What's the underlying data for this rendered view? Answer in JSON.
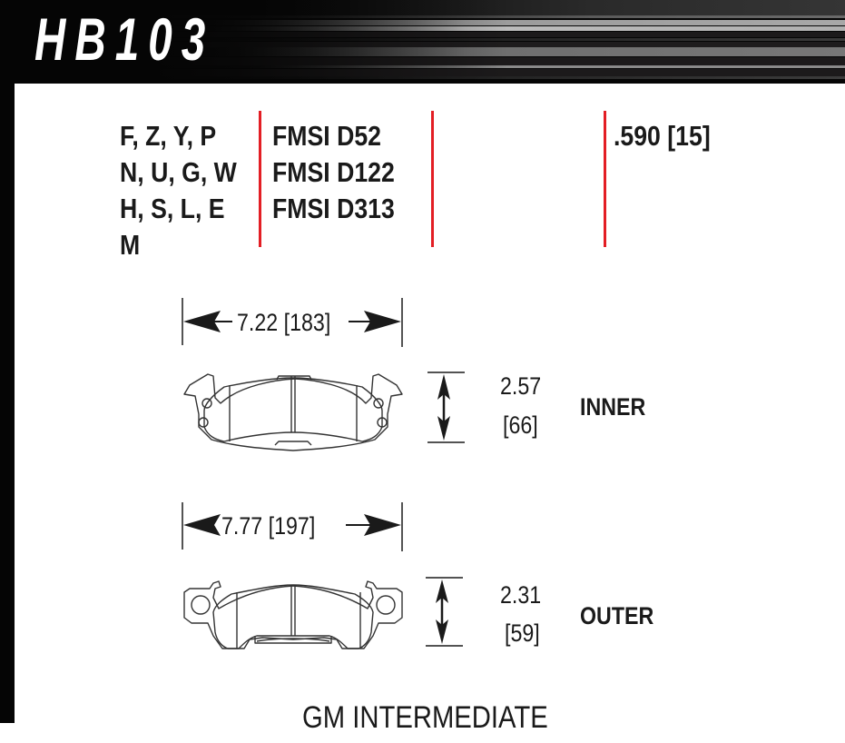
{
  "header": {
    "part_number": "HB103",
    "background_color": "#050505",
    "text_color": "#ffffff"
  },
  "applications": {
    "compound_codes": [
      "F, Z, Y, P",
      "N, U, G, W",
      "H, S, L, E",
      "M"
    ],
    "fmsi_numbers": [
      "FMSI D52",
      "FMSI D122",
      "FMSI D313"
    ],
    "thickness": ".590 [15]",
    "divider_color": "#e31e24"
  },
  "inner_pad": {
    "width_label": "7.22 [183]",
    "height_in": "2.57",
    "height_mm": "[66]",
    "position_label": "INNER"
  },
  "outer_pad": {
    "width_label": "7.77 [197]",
    "height_in": "2.31",
    "height_mm": "[59]",
    "position_label": "OUTER"
  },
  "footer": {
    "application_title": "GM INTERMEDIATE"
  }
}
